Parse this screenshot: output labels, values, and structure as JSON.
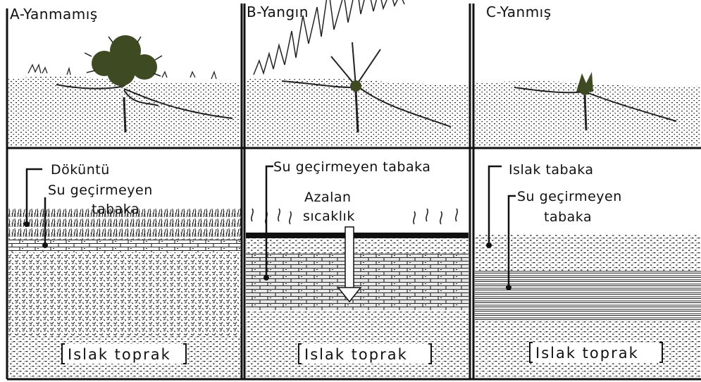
{
  "panels": [
    {
      "title": "A-Yanmamış",
      "labels": [
        "Döküntü",
        "Su geçirmeyen",
        "tabaka"
      ],
      "bottom": "Islak toprak"
    },
    {
      "title": "B-Yangın",
      "labels": [
        "Su geçirmeyen tabaka",
        "Azalan",
        "sıcaklık"
      ],
      "bottom": "Islak toprak"
    },
    {
      "title": "C-Yanmış",
      "labels": [
        "Islak tabaka",
        "Su geçirmeyen",
        "tabaka"
      ],
      "bottom": "Islak toprak"
    }
  ],
  "colors": {
    "ink": "#111111",
    "plant": "#3d4a22",
    "paper": "#ffffff"
  }
}
